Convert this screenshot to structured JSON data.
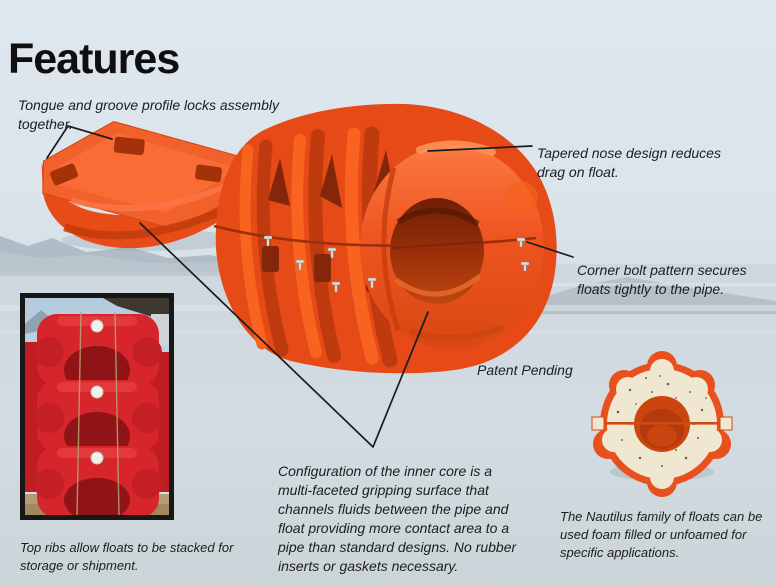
{
  "page": {
    "title": "Features"
  },
  "callouts": {
    "tongue_groove": "Tongue and groove profile locks assembly together.",
    "tapered_nose": "Tapered nose design reduces drag on float.",
    "corner_bolt": "Corner bolt pattern secures floats tightly to the pipe.",
    "patent_pending": "Patent Pending",
    "inner_core": "Configuration of the inner core is a multi-faceted gripping surface that channels fluids between the pipe and float providing more contact area to a pipe than standard designs. No rubber inserts or gaskets necessary.",
    "stacked_floats": "Top ribs allow floats to be stacked for storage or shipment.",
    "nautilus_family": "The Nautilus family of floats can be used foam filled or unfoamed for specific applications."
  },
  "colors": {
    "float_orange": "#ee4e1c",
    "float_orange_dark": "#bf3a0e",
    "float_red": "#d6262b",
    "foam_fill": "#f0e7d0",
    "sky": "#dce4ec",
    "water": "#cfd9df",
    "text": "#1d1d1d"
  }
}
